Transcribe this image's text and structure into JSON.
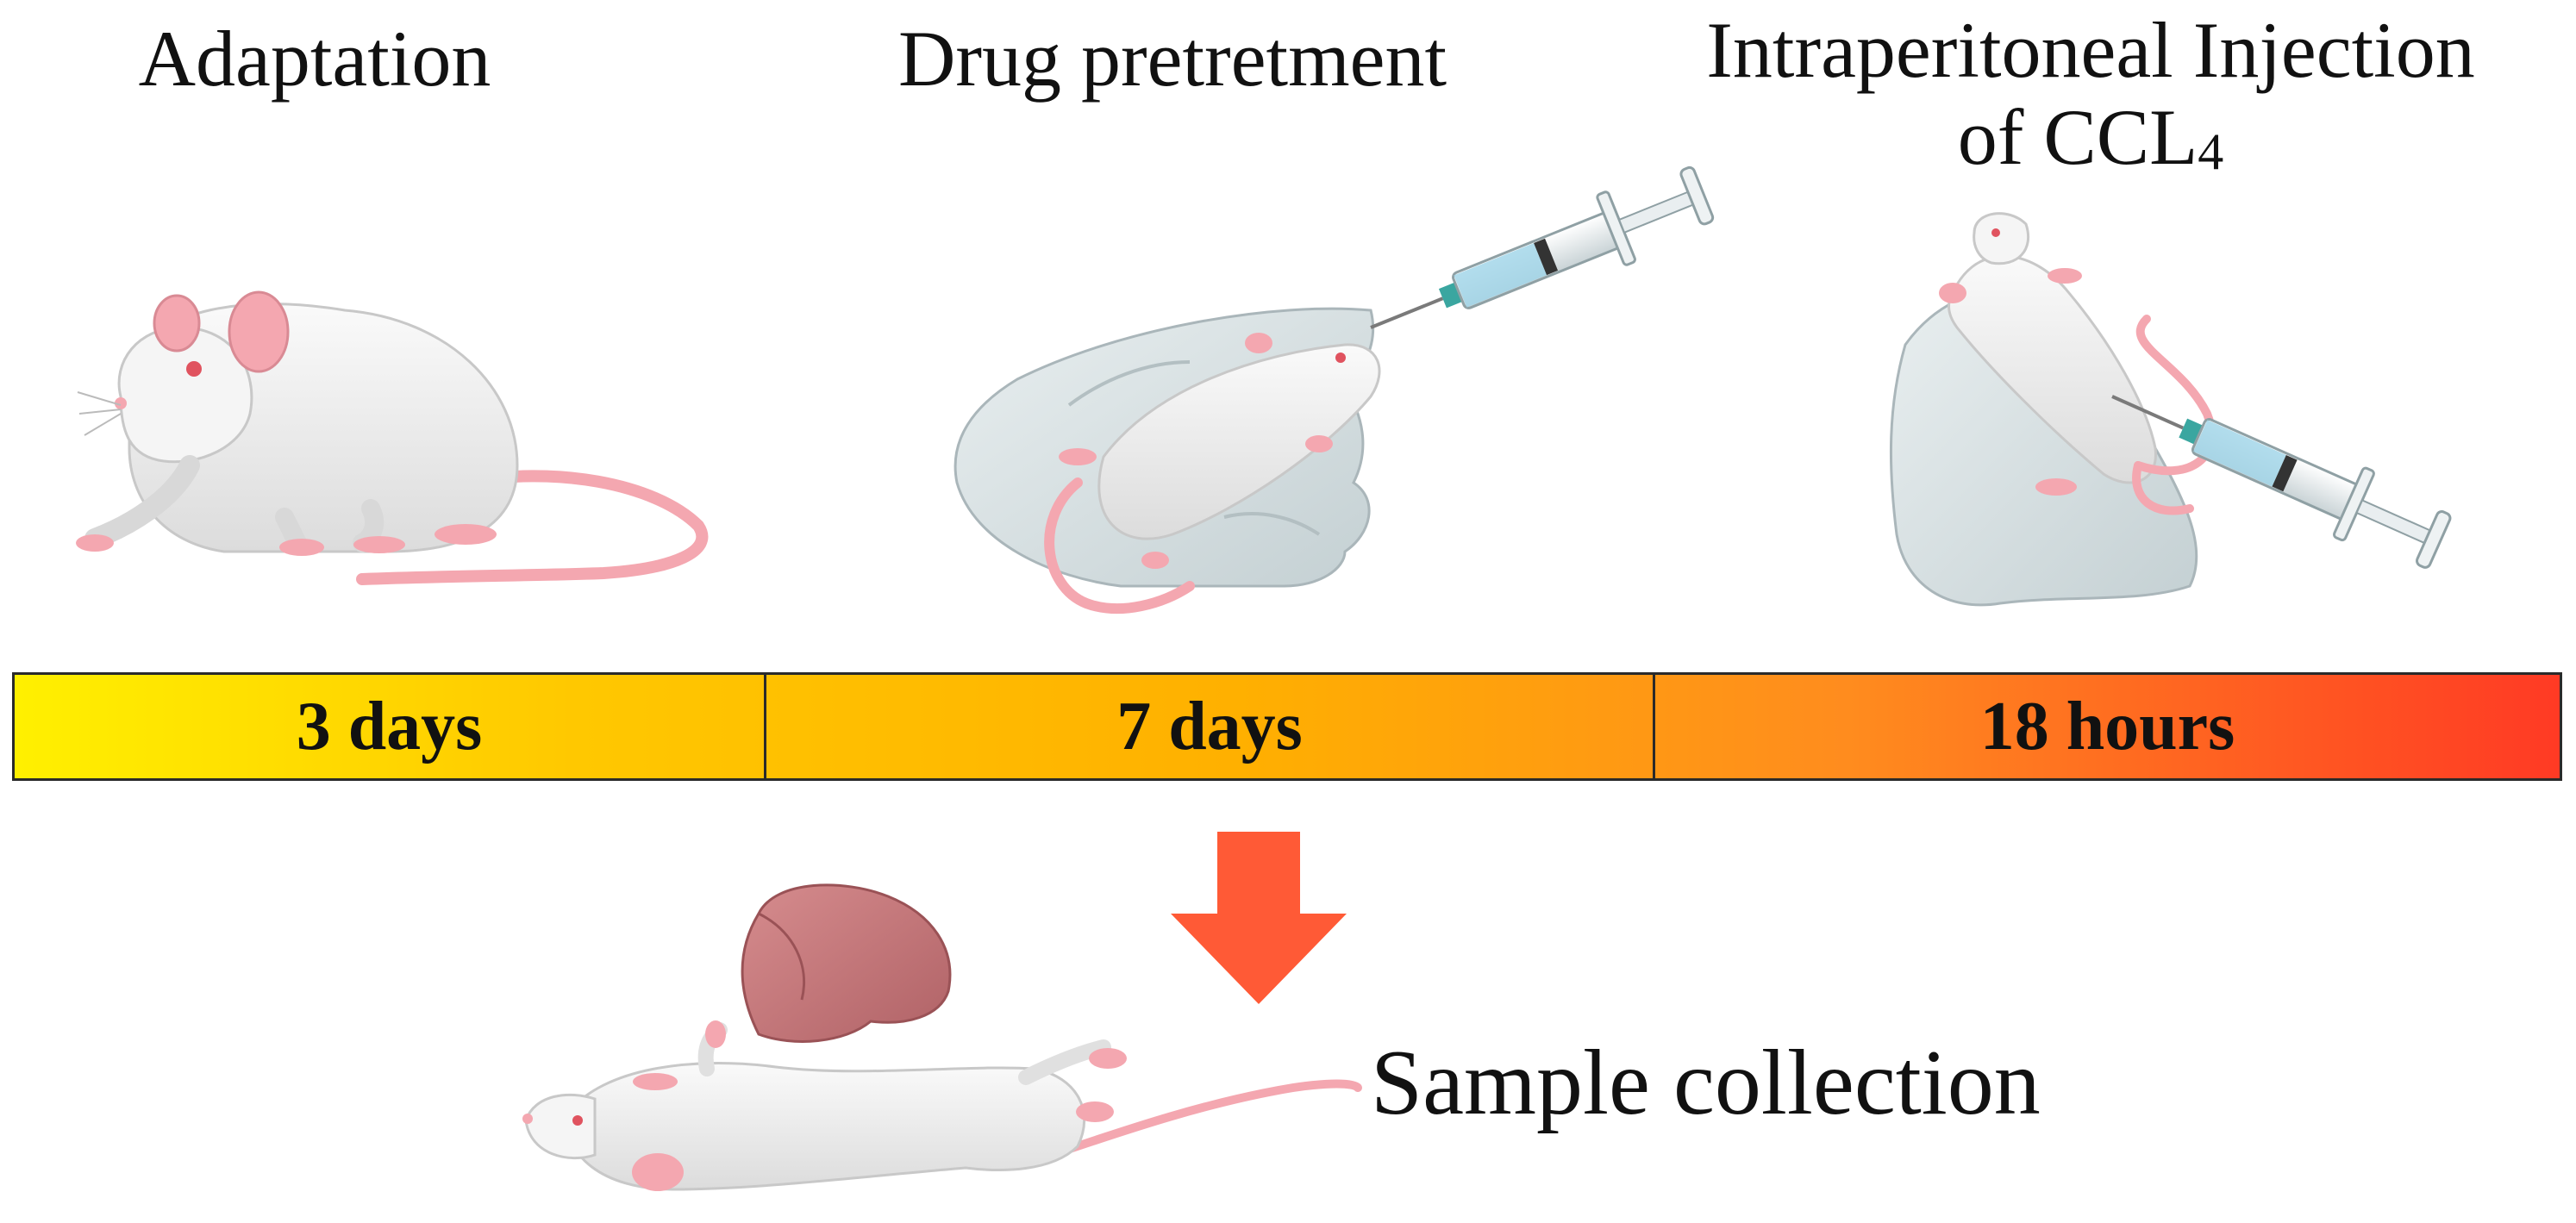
{
  "stages": [
    {
      "title": "Adaptation",
      "duration": "3 days"
    },
    {
      "title": "Drug pretretment",
      "duration": "7 days"
    },
    {
      "title_line1": "Intraperitoneal Injection",
      "title_line2_prefix": "of  CCL",
      "title_line2_subscript": "4",
      "duration": "18 hours"
    }
  ],
  "final_step": {
    "label": "Sample collection"
  },
  "colors": {
    "timeline_start": "#fff000",
    "timeline_end": "#ff3a24",
    "arrow": "#ff5a36",
    "mouse_body": "#f2f2f2",
    "mouse_pink": "#f4a7b0",
    "liver": "#c9787b",
    "glove": "#dfe6e8"
  },
  "icons": [
    "mouse-icon",
    "gloved-hand-icon",
    "syringe-icon",
    "down-arrow-icon",
    "liver-icon"
  ]
}
